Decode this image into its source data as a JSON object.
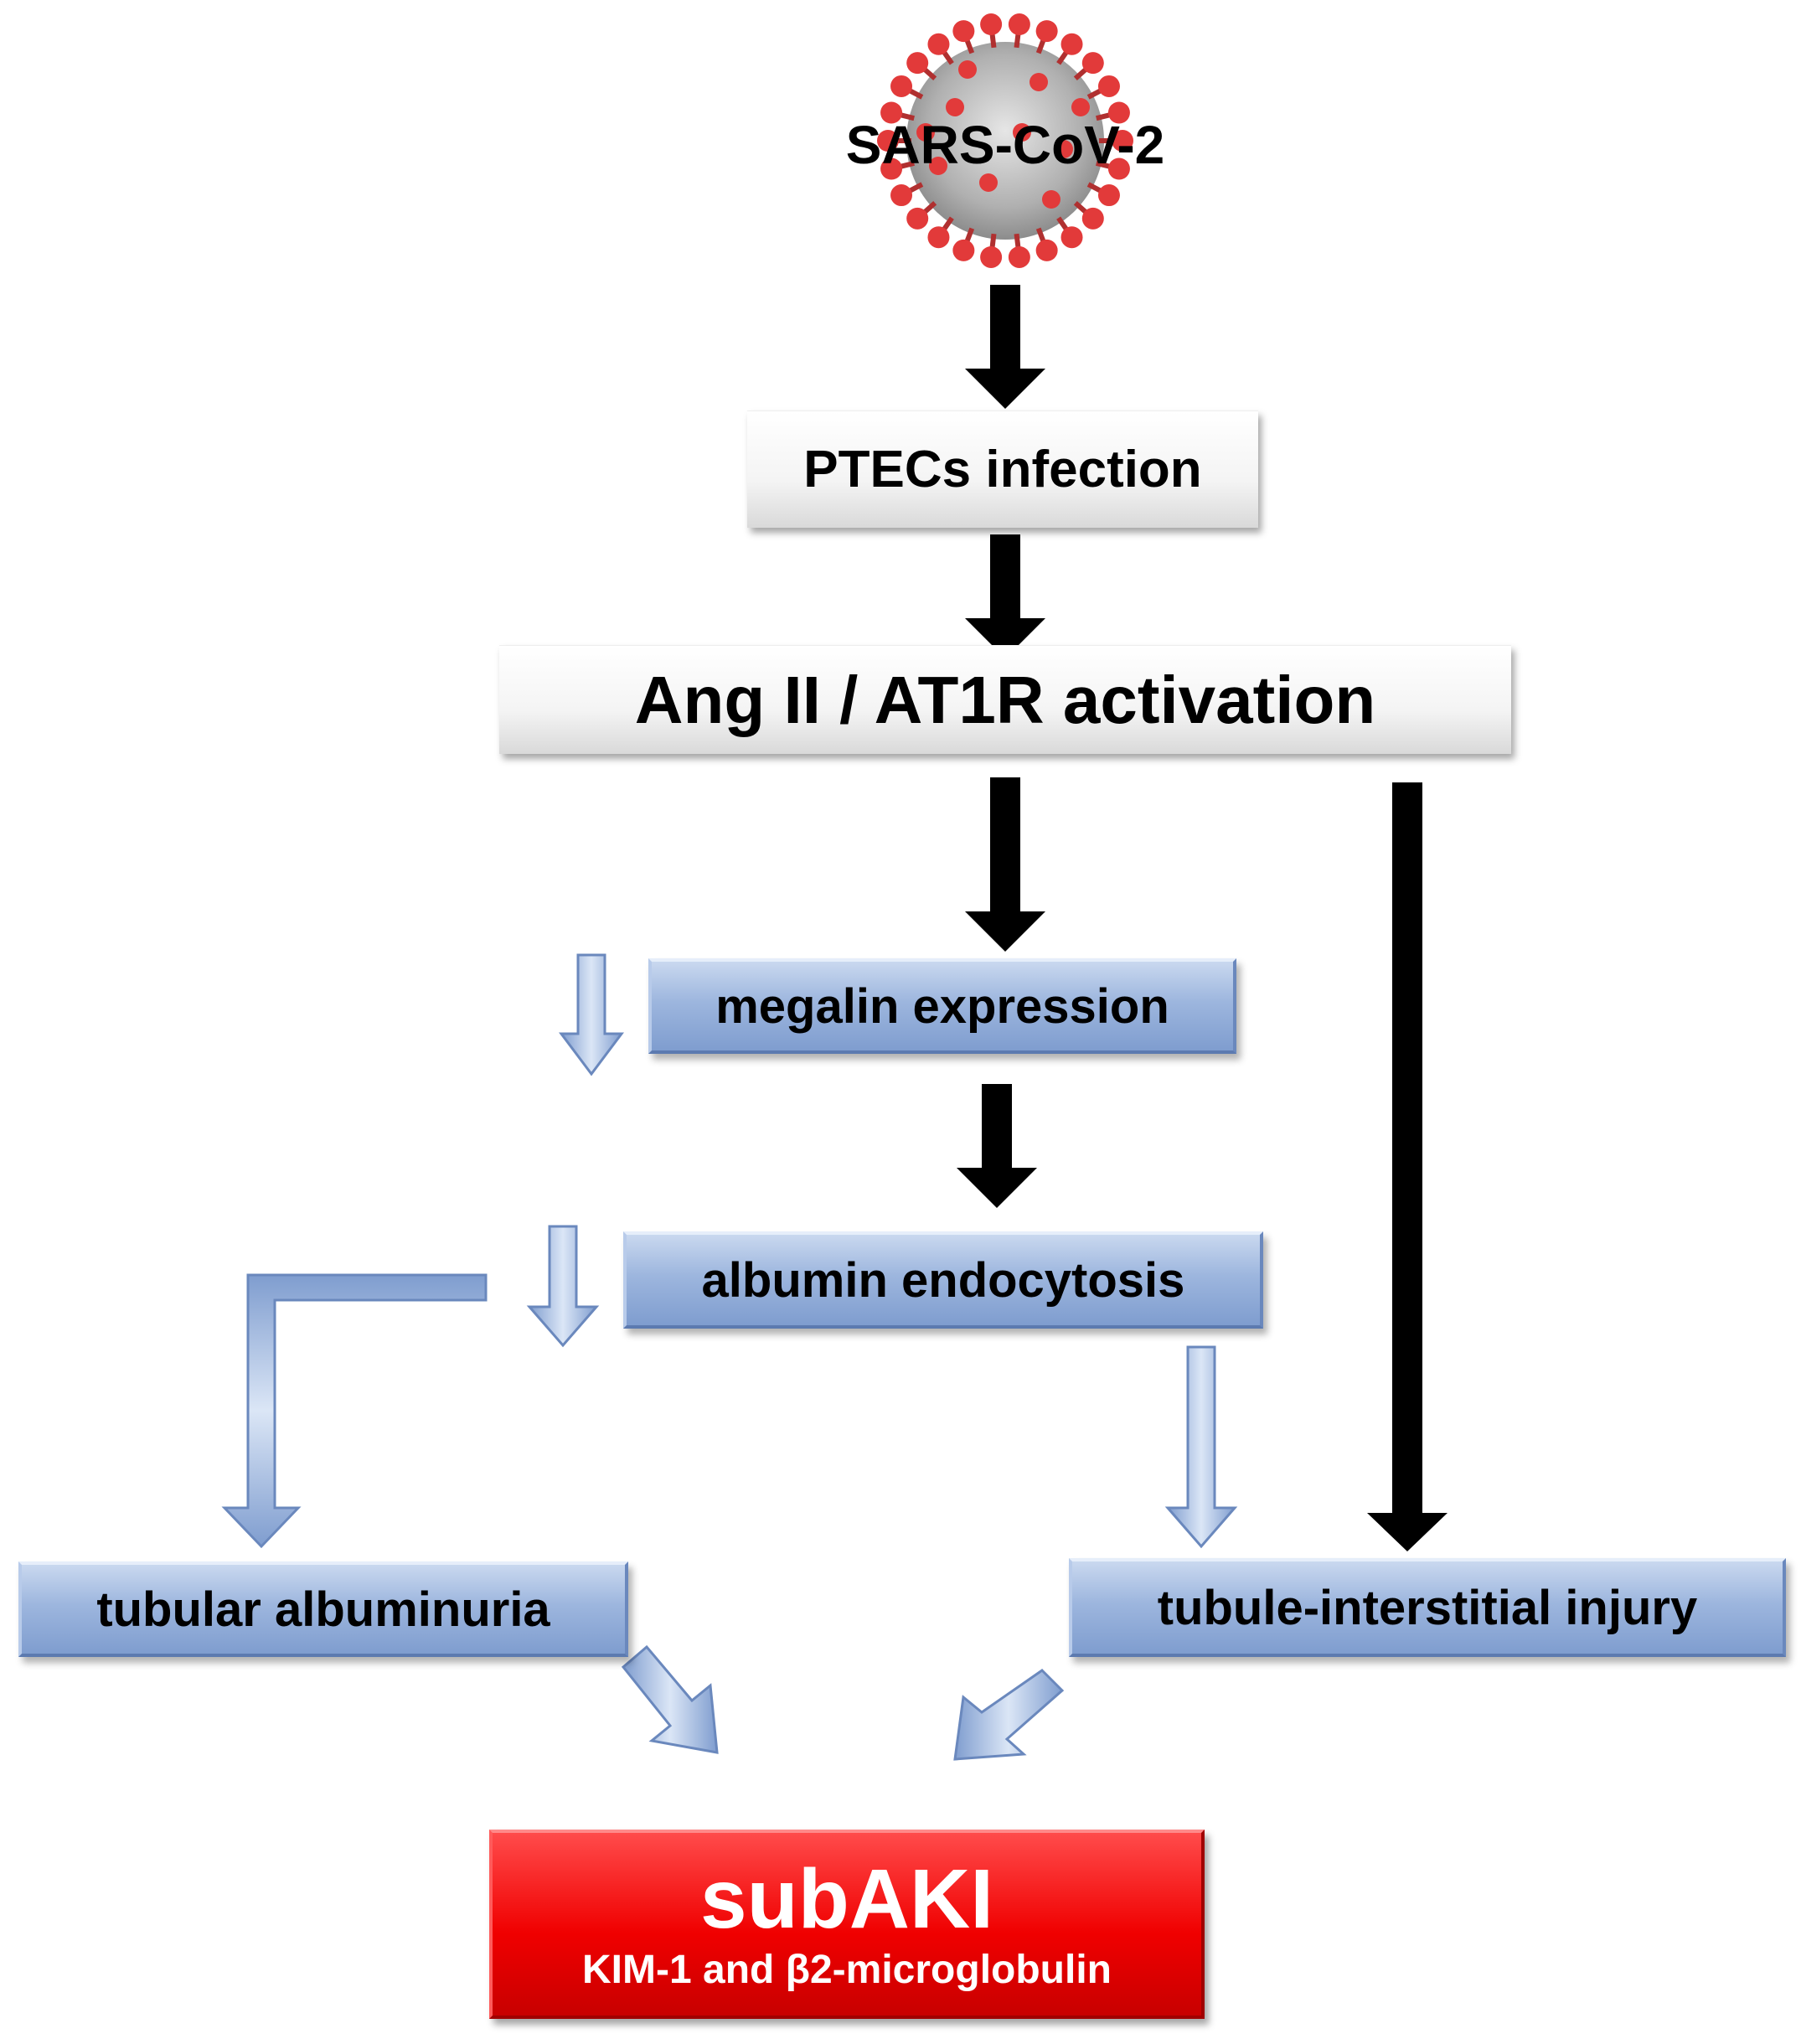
{
  "virus": {
    "label": "SARS-CoV-2",
    "icon": "coronavirus-icon"
  },
  "nodes": {
    "ptecs_infection": "PTECs infection",
    "ang_activation": "Ang II / AT1R activation",
    "megalin_expression": "megalin expression",
    "albumin_endocytosis": "albumin endocytosis",
    "tubular_albuminuria": "tubular albuminuria",
    "tubule_injury": "tubule-interstitial injury",
    "subaki_title": "subAKI",
    "subaki_markers": "KIM-1 and β2-microglobulin"
  },
  "colors": {
    "black_arrow": "#000000",
    "blue_arrow": "#a8bfe4",
    "blue_arrow_edge": "#6a88bd",
    "red_box": "#f00000",
    "virus_red": "#e23a3a",
    "virus_grey": "#b9b9b9"
  }
}
